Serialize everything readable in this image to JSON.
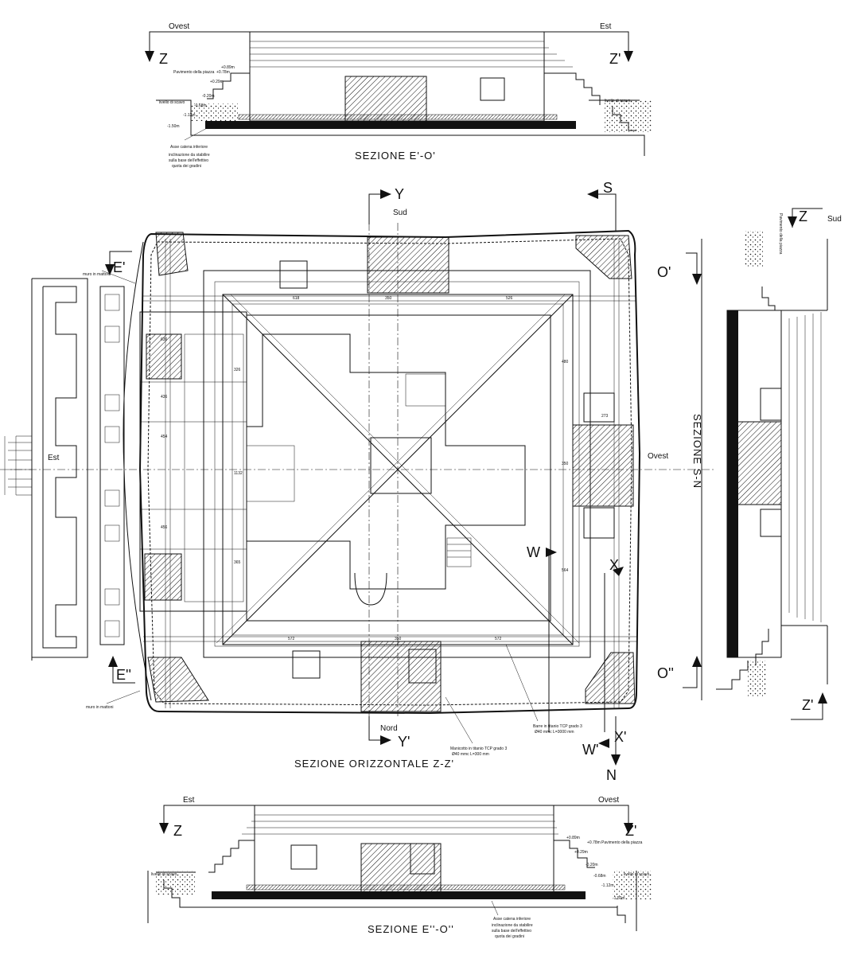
{
  "drawing": {
    "top_section": {
      "title": "SEZIONE E'-O'",
      "left_direction": "Ovest",
      "right_direction": "Est",
      "left_marker": "Z",
      "right_marker": "Z'",
      "floor_label": "Pavimento della piazza",
      "levels": [
        "+0.89m",
        "+0.78m",
        "+0.29m",
        "-0.20m",
        "-0.68m",
        "-1.12m",
        "-1.50m"
      ],
      "ground_note": "livello di scavo",
      "chain_note": "Asse catena inferiore",
      "incline_note_1": "inclinazione da stabilire",
      "incline_note_2": "sulla base dell'effettivo",
      "incline_note_3": "quota dei gradini"
    },
    "plan": {
      "title": "SEZIONE ORIZZONTALE Z-Z'",
      "south": "Sud",
      "north": "Nord",
      "east": "Est",
      "west": "Ovest",
      "marker_y": "Y",
      "marker_y2": "Y'",
      "marker_s": "S",
      "marker_n": "N",
      "marker_e1": "E'",
      "marker_e2": "E''",
      "marker_o1": "O'",
      "marker_o2": "O''",
      "marker_w": "W",
      "marker_w2": "W'",
      "marker_x": "X",
      "marker_x2": "X'",
      "wall_note_top": "muro in mattoni",
      "wall_note_bottom": "muro in mattoni",
      "rod_note_1": "Barre in titanio TCP grado 3",
      "rod_note_2": "Ø40 mmc L=3000 mm",
      "anchor_note_1": "Manicotto in titanio TCP grado 3",
      "anchor_note_2": "Ø40 mmc L=300 mm",
      "dims_top": [
        "618",
        "350",
        "526"
      ],
      "dims_bottom": [
        "572",
        "350",
        "572"
      ],
      "dims_side": [
        "273",
        "480",
        "350",
        "564",
        "1132",
        "365",
        "326",
        "636",
        "454",
        "456",
        "436"
      ]
    },
    "right_section": {
      "title": "SEZIONE S-N",
      "direction": "Sud",
      "marker_top": "Z",
      "marker_bottom": "Z'",
      "floor_label": "Pavimento della piazza"
    },
    "bottom_section": {
      "title": "SEZIONE E''-O''",
      "left_direction": "Est",
      "right_direction": "Ovest",
      "left_marker": "Z",
      "right_marker": "Z'",
      "floor_label": "Pavimento della piazza",
      "levels": [
        "+0.89m",
        "+0.78m",
        "+0.29m",
        "-0.20m",
        "-0.68m",
        "-1.12m",
        "-1.50m"
      ],
      "ground_note": "livello di scavo",
      "chain_note": "Asse catena inferiore",
      "incline_note_1": "inclinazione da stabilire",
      "incline_note_2": "sulla base dell'effettivo",
      "incline_note_3": "quota dei gradini"
    }
  }
}
